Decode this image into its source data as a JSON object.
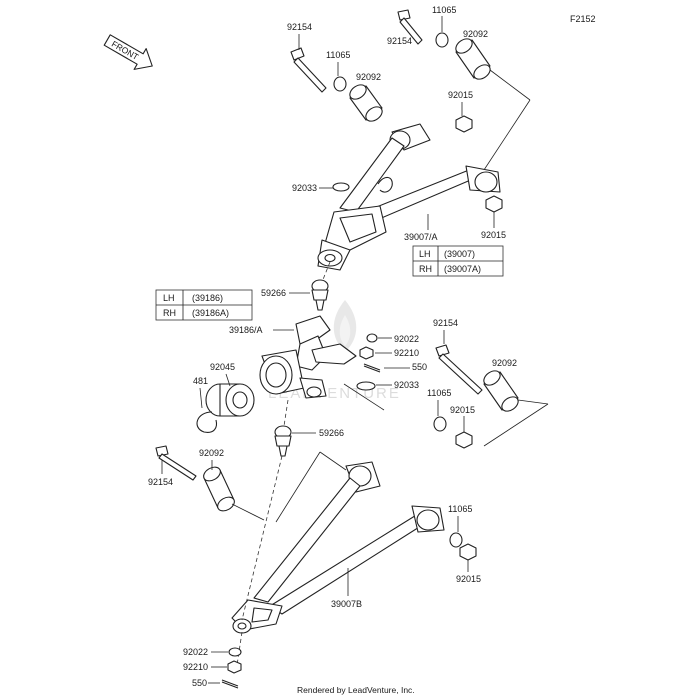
{
  "figure_id": "F2152",
  "front_label": "FRONT",
  "watermark": "LEADVENTURE",
  "credit": "Rendered by LeadVenture, Inc.",
  "callouts": {
    "top_92154_a": "92154",
    "top_11065_a": "11065",
    "top_92154_b": "92154",
    "top_11065_b": "11065",
    "top_92092_b": "92092",
    "top_92092_a": "92092",
    "top_92015_a": "92015",
    "top_92033": "92033",
    "top_92015_b": "92015",
    "top_39007": "39007/A",
    "knuckle_59266": "59266",
    "knuckle_39186": "39186/A",
    "knuckle_92022": "92022",
    "knuckle_92210": "92210",
    "knuckle_550": "550",
    "knuckle_92033": "92033",
    "bearing_92045": "92045",
    "circlip_481": "481",
    "lower_59266": "59266",
    "lower_92154_a": "92154",
    "lower_92092_a": "92092",
    "lower_11065_a": "11065",
    "lower_92015_a": "92015",
    "lower_92154_b": "92154",
    "lower_92092_b": "92092",
    "lower_11065_b": "11065",
    "lower_92015_b": "92015",
    "lower_39007": "39007B",
    "lower_92022": "92022",
    "lower_92210": "92210",
    "lower_550": "550"
  },
  "tables": {
    "upper_arm": [
      {
        "side": "LH",
        "part": "(39007)"
      },
      {
        "side": "RH",
        "part": "(39007A)"
      }
    ],
    "knuckle": [
      {
        "side": "LH",
        "part": "(39186)"
      },
      {
        "side": "RH",
        "part": "(39186A)"
      }
    ]
  }
}
